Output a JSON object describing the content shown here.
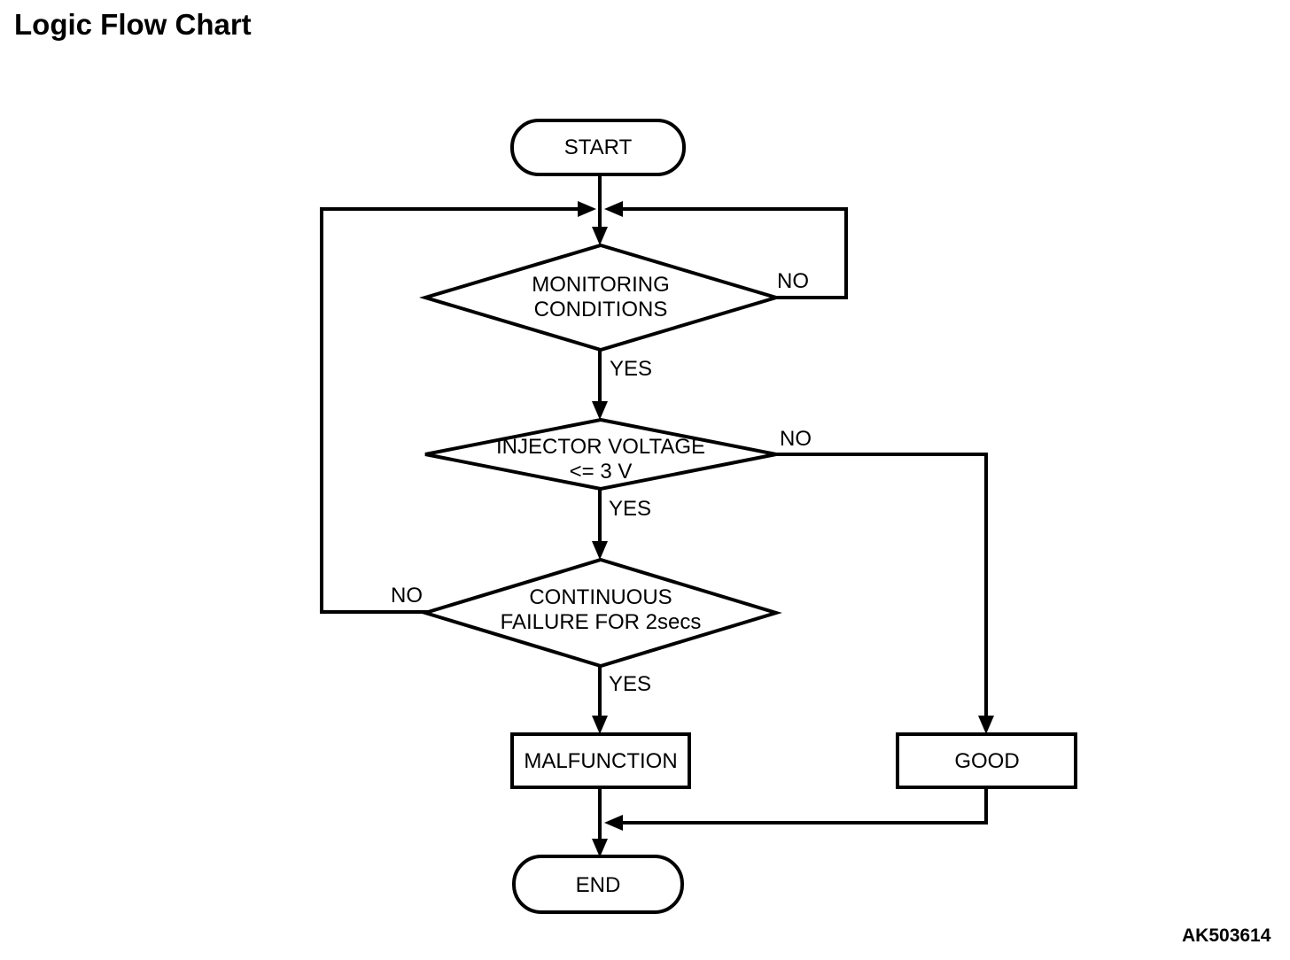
{
  "page": {
    "title": "Logic Flow Chart",
    "figure_code": "AK503614",
    "background_color": "#ffffff",
    "line_color": "#000000"
  },
  "nodes": {
    "start": {
      "type": "terminator",
      "label": "START"
    },
    "monitoring": {
      "type": "decision",
      "line1": "MONITORING",
      "line2": "CONDITIONS"
    },
    "injector": {
      "type": "decision",
      "line1": "INJECTOR VOLTAGE",
      "line2": "<= 3 V"
    },
    "continuous": {
      "type": "decision",
      "line1": "CONTINUOUS",
      "line2": "FAILURE FOR 2secs"
    },
    "malfunction": {
      "type": "process",
      "label": "MALFUNCTION"
    },
    "good": {
      "type": "process",
      "label": "GOOD"
    },
    "end": {
      "type": "terminator",
      "label": "END"
    }
  },
  "edges": {
    "monitoring_yes": "YES",
    "monitoring_no": "NO",
    "injector_yes": "YES",
    "injector_no": "NO",
    "continuous_yes": "YES",
    "continuous_no": "NO"
  }
}
